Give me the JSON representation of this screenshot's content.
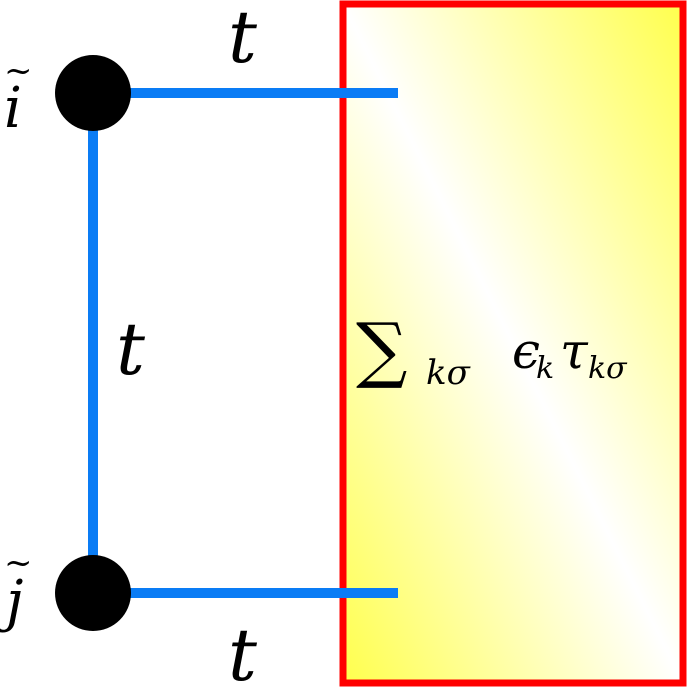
{
  "colors": {
    "bond": "#0A7CF5",
    "site": "#000000",
    "bath_border": "#FF0000",
    "bath_fill_light": "#FFFFFF",
    "bath_fill_strong": "#FFFF4D"
  },
  "sites": {
    "top_label_base": "i",
    "top_label_accent": "~",
    "bottom_label_base": "j",
    "bottom_label_accent": "~"
  },
  "bonds": {
    "top_hopping": "t",
    "vertical_hopping": "t",
    "bottom_hopping": "t"
  },
  "bath": {
    "sum_symbol": "∑",
    "sum_subscript": "kσ",
    "epsilon": "ϵ",
    "epsilon_subscript": "k",
    "tau": "τ",
    "tau_subscript": "kσ"
  }
}
